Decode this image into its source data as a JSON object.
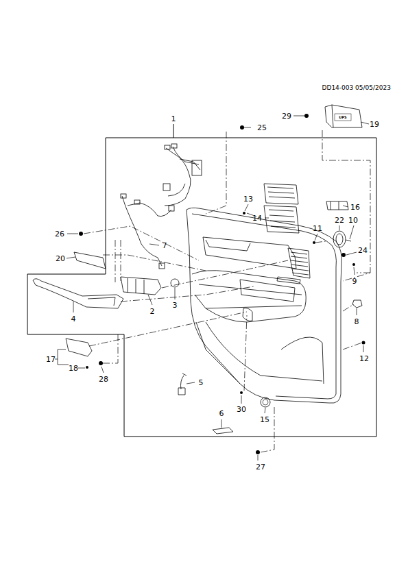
{
  "diagram": {
    "labels": [
      "DD14-003 05/05/2023",
      "1",
      "25",
      "29",
      "19",
      "13",
      "16",
      "14",
      "22",
      "10",
      "11",
      "26",
      "7",
      "24",
      "20",
      "9",
      "3",
      "4",
      "2",
      "8",
      "17",
      "18",
      "28",
      "12",
      "5",
      "30",
      "15",
      "6",
      "27",
      "UPS"
    ]
  }
}
